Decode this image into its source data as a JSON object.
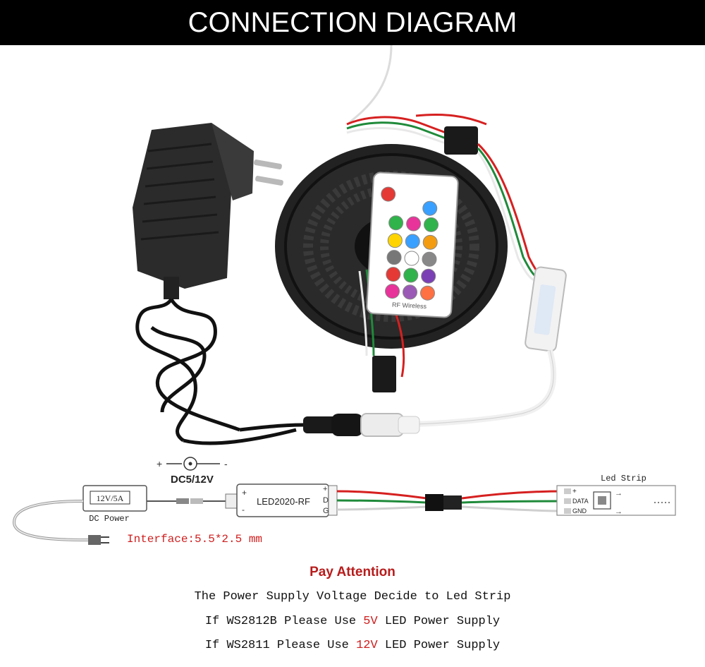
{
  "header": {
    "title": "CONNECTION DIAGRAM"
  },
  "remote": {
    "brand_label": "RF Wireless",
    "button_colors": [
      "#e53935",
      "#3aa0ff",
      "#2fb34a",
      "#e8339a",
      "#2fb34a",
      "#ffd400",
      "#3aa0ff",
      "#f39c12",
      "#777777",
      "#ffffff",
      "#888888",
      "#e53935",
      "#2fb34a",
      "#7b3fb5",
      "#e8339a",
      "#9b59b6",
      "#ff7043"
    ]
  },
  "wiring": {
    "dc_symbol_plus": "+",
    "dc_symbol_minus": "-",
    "dc_voltage_label": "DC5/12V",
    "power_box_label": "12V/5A",
    "power_box_caption": "DC Power",
    "controller_label": "LED2020-RF",
    "controller_plus": "+",
    "controller_minus": "-",
    "controller_pins": [
      "+",
      "D",
      "G"
    ],
    "strip_title": "Led Strip",
    "strip_pins": [
      "+",
      "DATA",
      "GND"
    ],
    "interface_label": "Interface:5.5*2.5 mm"
  },
  "notes": {
    "heading": "Pay Attention",
    "line1": "The Power Supply Voltage Decide to Led Strip",
    "line2_before": "If WS2812B Please Use ",
    "line2_highlight": "5V",
    "line2_after": " LED Power Supply",
    "line3_before": "If WS2811 Please Use ",
    "line3_highlight": "12V",
    "line3_after": " LED Power Supply"
  },
  "colors": {
    "header_bg": "#000000",
    "attention": "#b81c1c",
    "highlight": "#d01f1f",
    "wire_red": "#d62020",
    "wire_green": "#1f8a3a",
    "wire_white": "#e8e8e8"
  }
}
